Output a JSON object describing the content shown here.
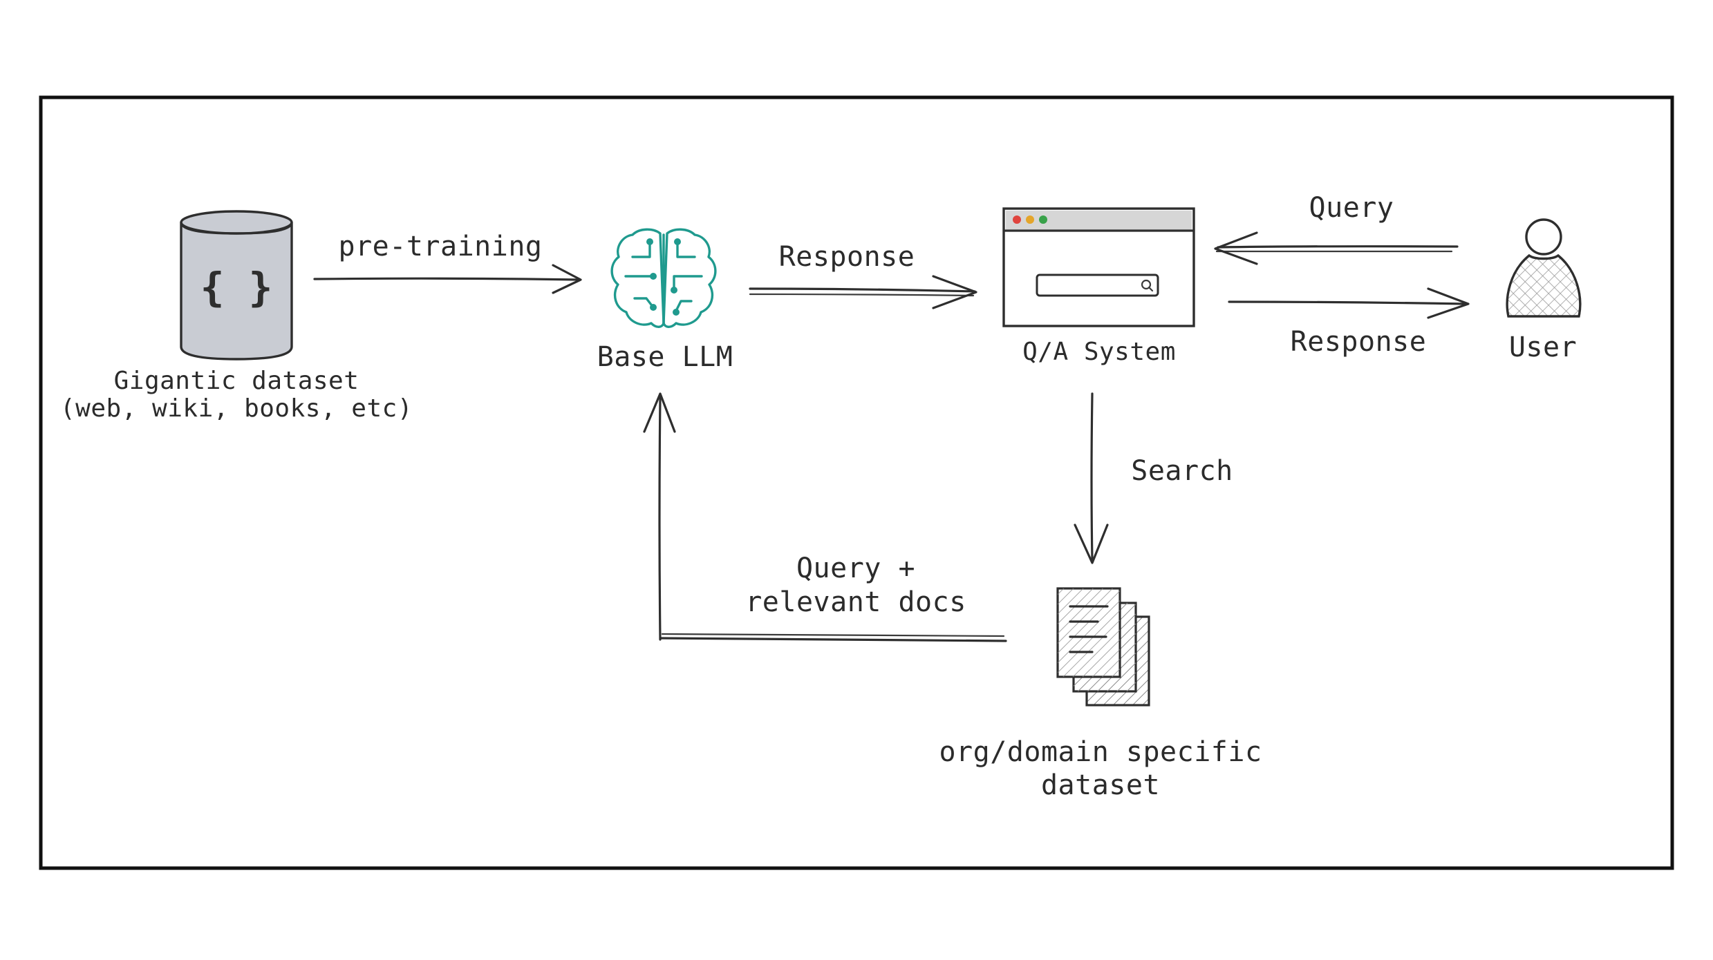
{
  "colors": {
    "frame": "#111111",
    "ink": "#2e2e2e",
    "cylinder_fill": "#c9ccd3",
    "llm_teal": "#1f9a8e",
    "window_bar": "#d6d6d6",
    "dot_red": "#e0443e",
    "dot_yellow": "#e4a52b",
    "dot_green": "#39a24a",
    "docs_hatch": "#8a8a8a"
  },
  "icons": {
    "dataset": "database-cylinder-icon",
    "llm": "brain-circuit-icon",
    "qa": "browser-window-icon",
    "user": "user-person-icon",
    "docs": "document-stack-icon"
  },
  "nodes": {
    "dataset": {
      "line1": "Gigantic dataset",
      "line2": "(web, wiki, books, etc)",
      "glyph": "{ }"
    },
    "llm": {
      "label": "Base LLM"
    },
    "qa": {
      "label": "Q/A System"
    },
    "user": {
      "label": "User"
    },
    "docs": {
      "line1": "org/domain specific",
      "line2": "dataset"
    }
  },
  "edges": {
    "pretraining": "pre-training",
    "llm_to_qa": "Response",
    "user_query": "Query",
    "qa_response": "Response",
    "search": "Search",
    "query_docs_line1": "Query +",
    "query_docs_line2": "relevant docs"
  }
}
